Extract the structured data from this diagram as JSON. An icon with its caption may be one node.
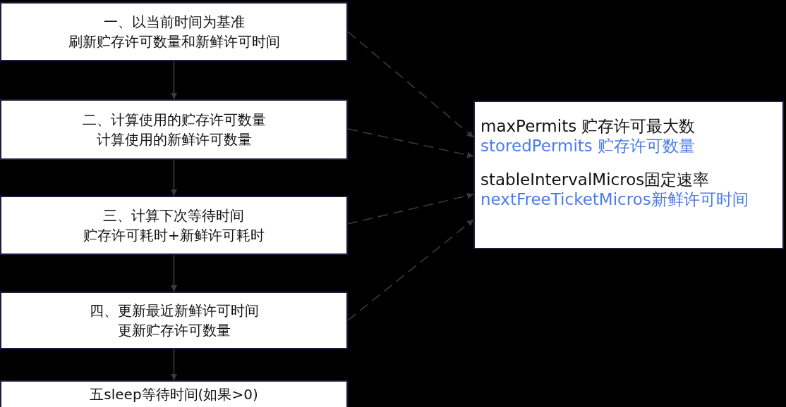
{
  "diagram": {
    "nodes": [
      {
        "text": [
          "一、以当前时间为基准",
          "刷新贮存许可数量和新鲜许可时间"
        ]
      },
      {
        "text": [
          "二、计算使用的贮存许可数量",
          "计算使用的新鲜许可数量"
        ]
      },
      {
        "text": [
          "三、计算下次等待时间",
          "贮存许可耗时+新鲜许可耗时"
        ]
      },
      {
        "text": [
          "四、更新最近新鲜许可时间",
          "更新贮存许可数量"
        ]
      },
      {
        "text": [
          "五sleep等待时间(如果>0)"
        ]
      },
      {
        "text": [
          "maxPermits 贮存许可最大数",
          "storedPermits 贮存许可数量",
          "stableIntervalMicros固定速率",
          "nextFreeTicketMicros新鲜许可时间"
        ]
      }
    ],
    "edges": [
      {
        "from": 0,
        "to": 1,
        "arrow": "to"
      },
      {
        "from": 1,
        "to": 2,
        "arrow": "to"
      },
      {
        "from": 2,
        "to": 3,
        "arrow": "to"
      },
      {
        "from": 3,
        "to": 4,
        "arrow": "to"
      },
      {
        "from": 0,
        "to": 5,
        "arrow": "to",
        "style": "dashed"
      },
      {
        "from": 1,
        "to": 5,
        "arrow": "to",
        "style": "dashed"
      },
      {
        "from": 2,
        "to": 5,
        "arrow": "to",
        "style": "dashed"
      },
      {
        "from": 3,
        "to": 5,
        "arrow": "to",
        "style": "dashed"
      }
    ]
  }
}
